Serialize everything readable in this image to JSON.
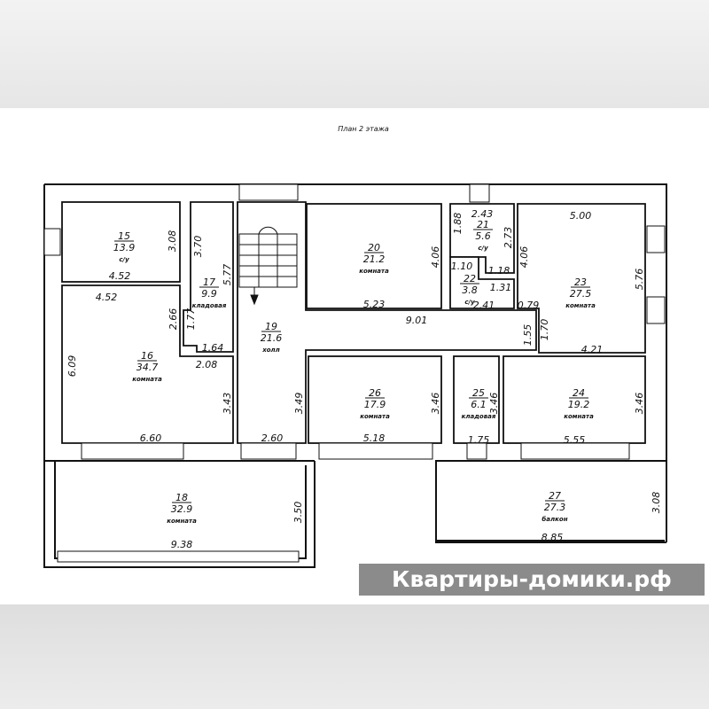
{
  "title": "План 2 этажа",
  "watermark": "Квартиры-домики.рф",
  "rooms": [
    {
      "id": "15",
      "area": "13.9",
      "label": "с/у"
    },
    {
      "id": "16",
      "area": "34.7",
      "label": "комната"
    },
    {
      "id": "17",
      "area": "9.9",
      "label": "кладовая"
    },
    {
      "id": "19",
      "area": "21.6",
      "label": "холл"
    },
    {
      "id": "20",
      "area": "21.2",
      "label": "комната"
    },
    {
      "id": "21",
      "area": "5.6",
      "label": "с/у"
    },
    {
      "id": "22",
      "area": "3.8",
      "label": "с/у"
    },
    {
      "id": "23",
      "area": "27.5",
      "label": "комната"
    },
    {
      "id": "26",
      "area": "17.9",
      "label": "комната"
    },
    {
      "id": "25",
      "area": "6.1",
      "label": "кладовая"
    },
    {
      "id": "24",
      "area": "19.2",
      "label": "комната"
    },
    {
      "id": "18",
      "area": "32.9",
      "label": "комната"
    },
    {
      "id": "27",
      "area": "27.3",
      "label": "балкон"
    }
  ],
  "dimensions": [
    "3.08",
    "4.52",
    "4.52",
    "2.66",
    "6.09",
    "3.43",
    "6.60",
    "3.70",
    "5.77",
    "1.77",
    "1.64",
    "2.08",
    "3.49",
    "2.60",
    "4.06",
    "5.23",
    "9.01",
    "2.43",
    "1.88",
    "2.73",
    "1.18",
    "1.10",
    "1.31",
    "2.41",
    "5.00",
    "4.06",
    "5.76",
    "0.79",
    "1.70",
    "1.55",
    "4.21",
    "3.46",
    "5.18",
    "3.46",
    "1.75",
    "3.46",
    "5.55",
    "3.50",
    "9.38",
    "3.08",
    "8.85"
  ]
}
